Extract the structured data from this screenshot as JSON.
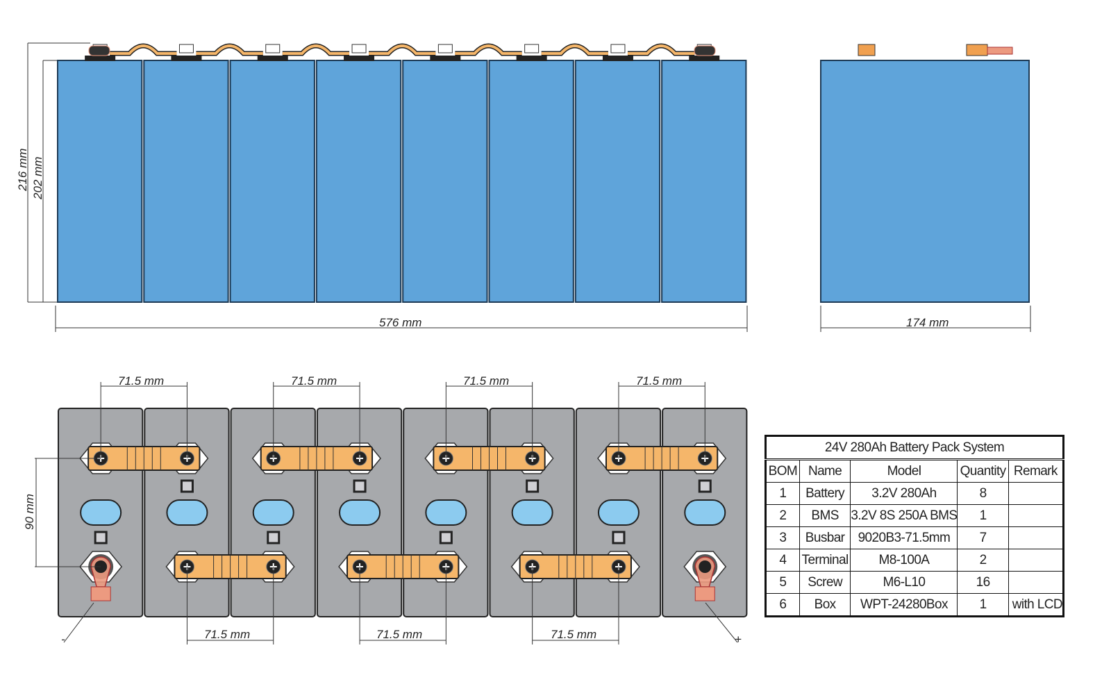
{
  "dimensions": {
    "front_total_height": "216 mm",
    "front_cell_height": "202 mm",
    "front_width": "576 mm",
    "side_width": "174 mm",
    "terminal_spacing": "90 mm",
    "busbar_pitch": "71.5 mm"
  },
  "polarity": {
    "negative": "-",
    "positive": "+"
  },
  "colors": {
    "cell_blue": "#5fa4da",
    "cell_top_gray": "#a7a9ac",
    "busbar": "#f5b66a",
    "vent_blue": "#8ccbef",
    "terminal_copper": "#ec9a80"
  },
  "bom_table": {
    "title": "24V 280Ah Battery Pack System",
    "headers": [
      "BOM",
      "Name",
      "Model",
      "Quantity",
      "Remark"
    ],
    "rows": [
      [
        "1",
        "Battery",
        "3.2V 280Ah",
        "8",
        ""
      ],
      [
        "2",
        "BMS",
        "3.2V 8S 250A BMS",
        "1",
        ""
      ],
      [
        "3",
        "Busbar",
        "9020B3-71.5mm",
        "7",
        ""
      ],
      [
        "4",
        "Terminal",
        "M8-100A",
        "2",
        ""
      ],
      [
        "5",
        "Screw",
        "M6-L10",
        "16",
        ""
      ],
      [
        "6",
        "Box",
        "WPT-24280Box",
        "1",
        "with LCD"
      ]
    ]
  }
}
